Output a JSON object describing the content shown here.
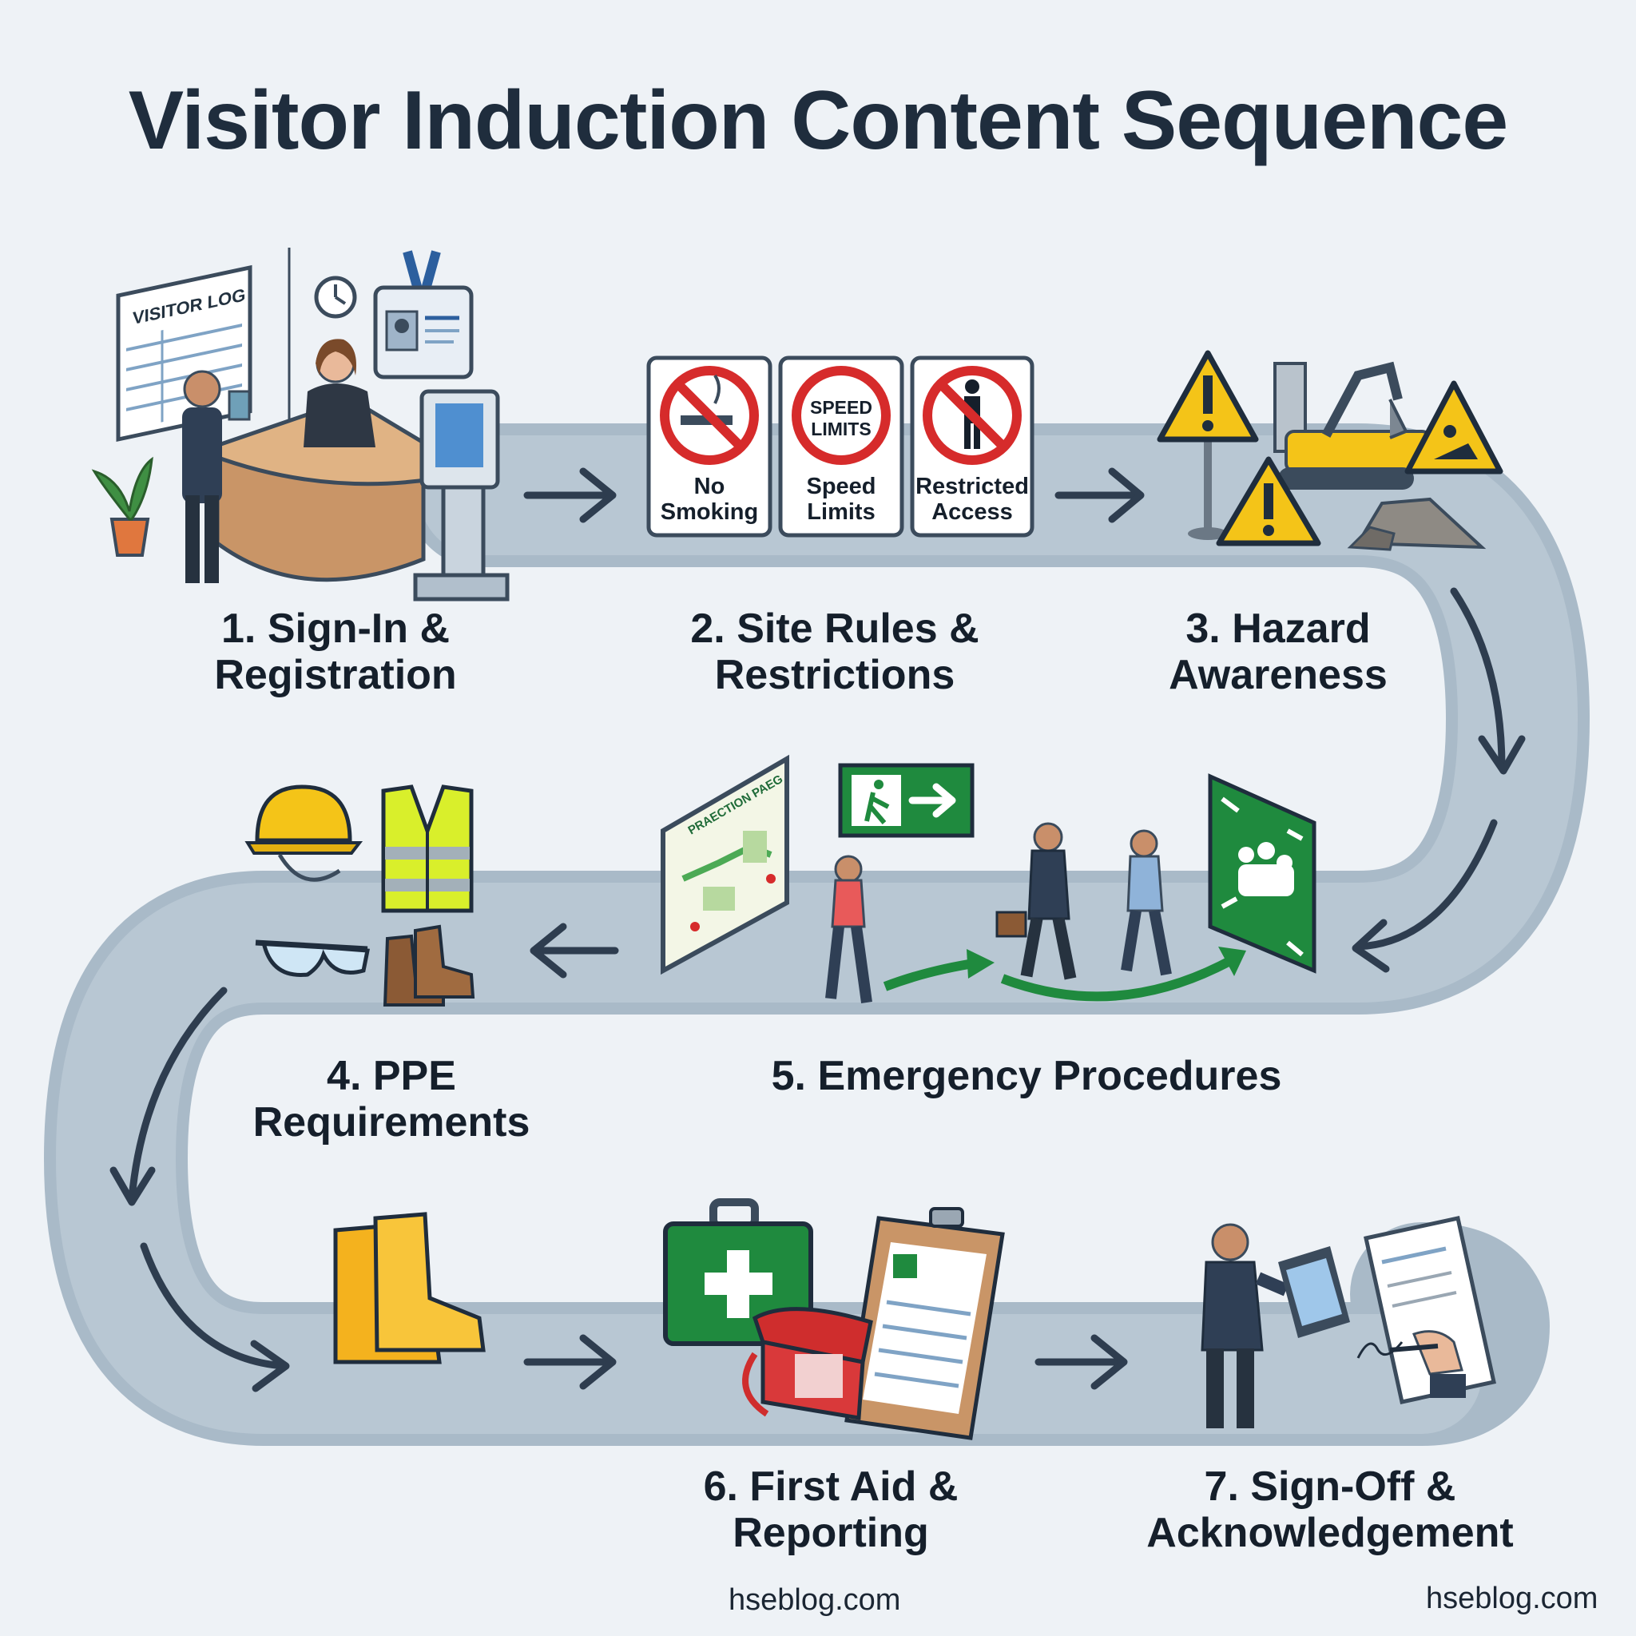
{
  "title": "Visitor Induction Content Sequence",
  "steps": [
    {
      "number": "1.",
      "line1": "Sign-In &",
      "line2": "Registration"
    },
    {
      "number": "2.",
      "line1": "Site Rules &",
      "line2": "Restrictions"
    },
    {
      "number": "3.",
      "line1": "Hazard",
      "line2": "Awareness"
    },
    {
      "number": "4.",
      "line1": "PPE",
      "line2": "Requirements"
    },
    {
      "number": "5.",
      "line1": "Emergency Procedures",
      "line2": ""
    },
    {
      "number": "6.",
      "line1": "First Aid &",
      "line2": "Reporting"
    },
    {
      "number": "7.",
      "line1": "Sign-Off &",
      "line2": "Acknowledgement"
    }
  ],
  "signs": [
    {
      "line1": "No",
      "line2": "Smoking"
    },
    {
      "line1": "Speed",
      "line2": "Limits",
      "badge1": "SPEED",
      "badge2": "LIMITS"
    },
    {
      "line1": "Restricted",
      "line2": "Access"
    }
  ],
  "visitor_log_label": "VISITOR LOG",
  "evac_plan_label": "PRAECTION PAEG",
  "footer_center": "hseblog.com",
  "footer_right": "hseblog.com",
  "colors": {
    "path": "#a9bac8",
    "path_edge": "#8fa3b4",
    "arrow": "#2e3d4f",
    "green": "#1f8a3e",
    "red": "#d62b2b",
    "yellow": "#f4c418",
    "title": "#1f2d3d"
  }
}
